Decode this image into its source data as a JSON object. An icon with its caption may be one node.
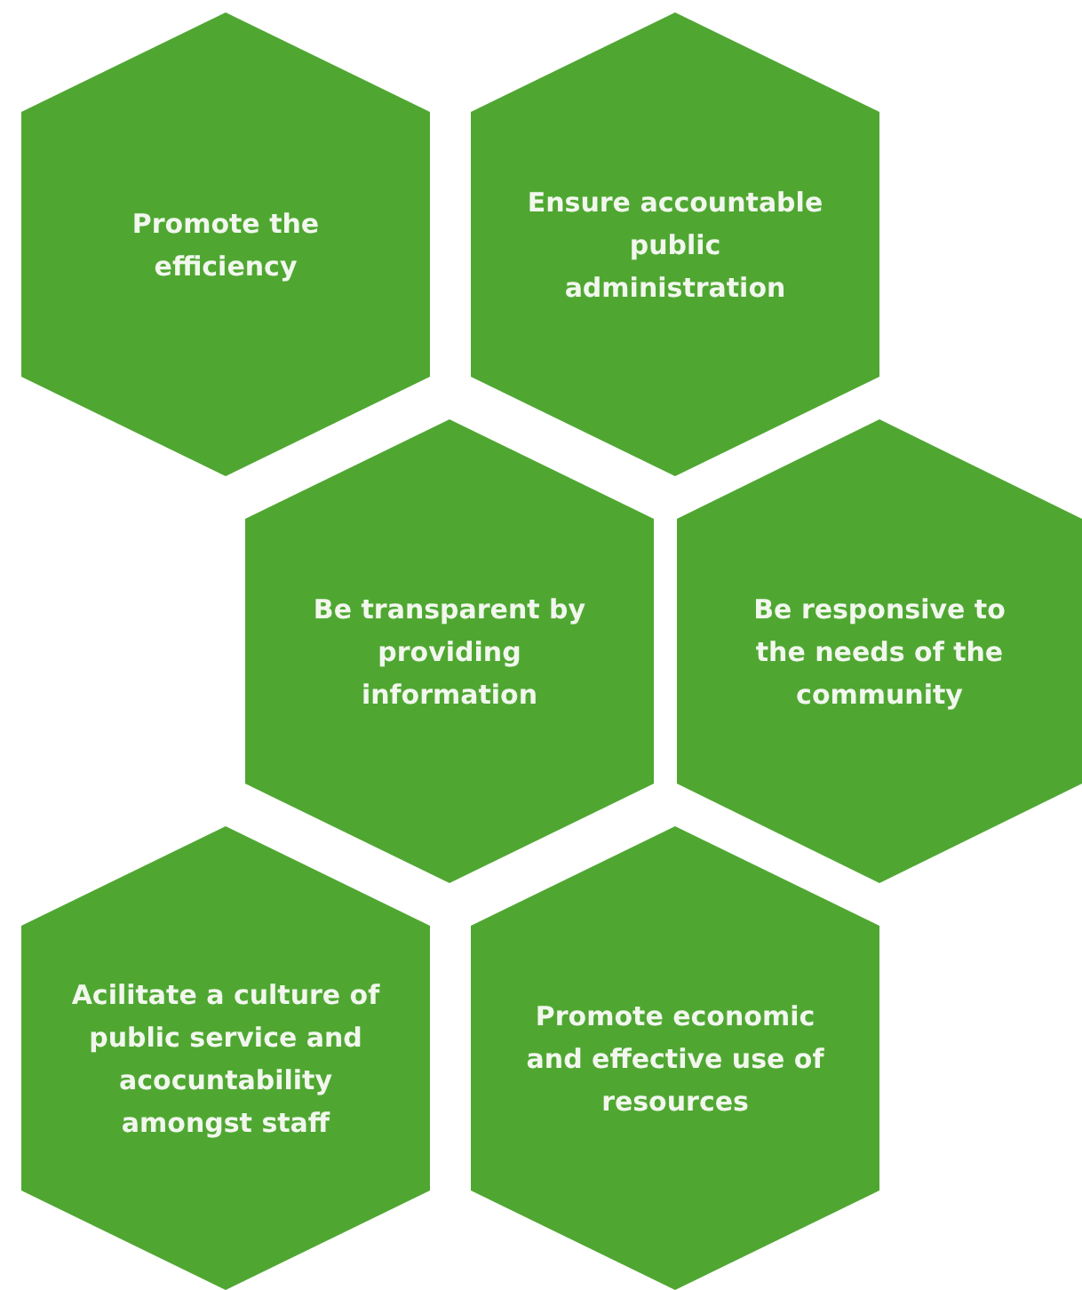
{
  "diagram": {
    "nodes": [
      {
        "text": [
          "Promote the efficiency"
        ]
      },
      {
        "text": [
          "Ensure accountable public administration"
        ]
      },
      {
        "text": [
          "Be transparent by providing information"
        ]
      },
      {
        "text": [
          "Be responsive to the needs of the community"
        ]
      },
      {
        "text": [
          "Acilitate a culture of public service and acocuntability amongst staff"
        ]
      },
      {
        "text": [
          "Promote economic and effective use of resources"
        ]
      }
    ]
  }
}
